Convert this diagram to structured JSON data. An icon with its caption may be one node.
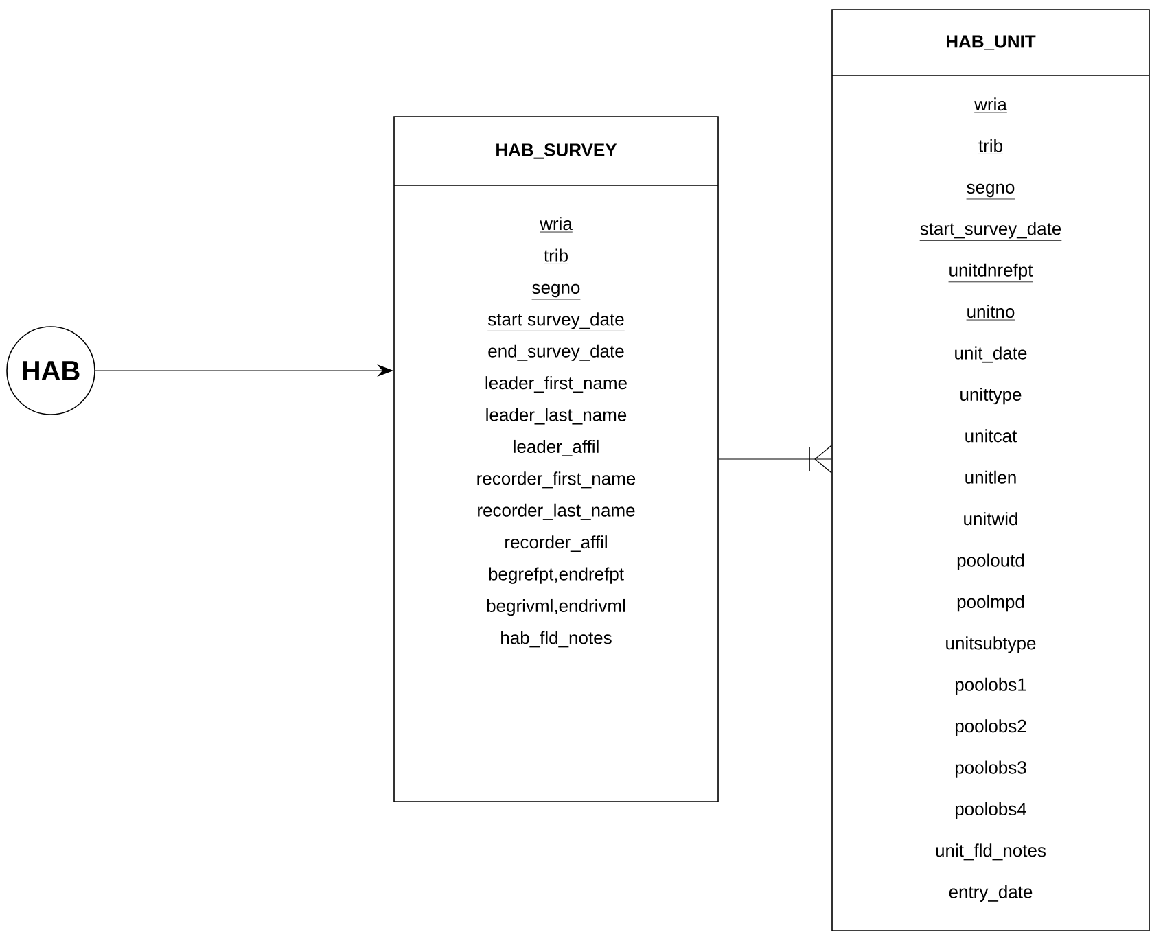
{
  "diagram": {
    "nodes": [
      {
        "text": [
          "HAB"
        ]
      },
      {
        "text": [
          "HAB_SURVEY",
          "wria",
          "trib",
          "segno",
          "start survey_date",
          "end_survey_date",
          "leader_first_name",
          "leader_last_name",
          "leader_affil",
          "recorder_first_name",
          "recorder_last_name",
          "recorder_affil",
          "begrefpt,endrefpt",
          "begrivml,endrivml",
          "hab_fld_notes"
        ]
      },
      {
        "text": [
          "HAB_UNIT",
          "wria",
          "trib",
          "segno",
          "start_survey_date",
          "unitdnrefpt",
          "unitno",
          "unit_date",
          "unittype",
          "unitcat",
          "unitlen",
          "unitwid",
          "pooloutd",
          "poolmpd",
          "unitsubtype",
          "poolobs1",
          "poolobs2",
          "poolobs3",
          "poolobs4",
          "unit_fld_notes",
          "entry_date"
        ]
      }
    ],
    "edges": [
      {
        "from": 0,
        "to": 1,
        "arrow": "to"
      },
      {
        "from": 1,
        "to": 2,
        "arrow": "other"
      }
    ]
  }
}
